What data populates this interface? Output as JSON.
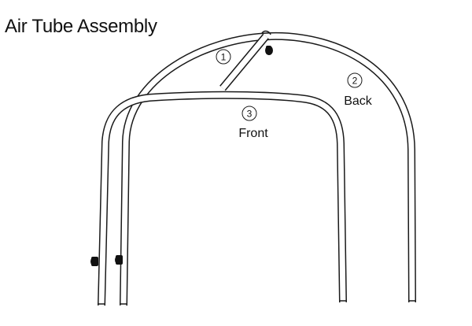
{
  "title": "Air Tube Assembly",
  "parts": [
    {
      "number": "1",
      "label": ""
    },
    {
      "number": "2",
      "label": "Back"
    },
    {
      "number": "3",
      "label": "Front"
    }
  ]
}
